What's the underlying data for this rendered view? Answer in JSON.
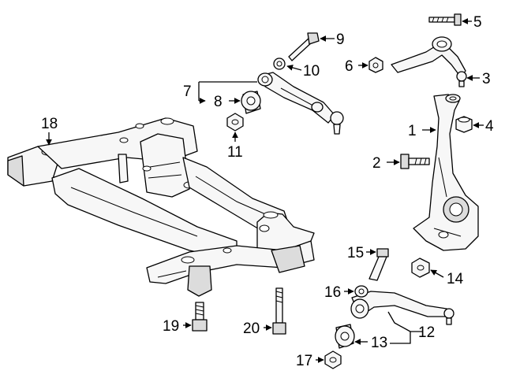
{
  "callouts": {
    "c1": "1",
    "c2": "2",
    "c3": "3",
    "c4": "4",
    "c5": "5",
    "c6": "6",
    "c7": "7",
    "c8": "8",
    "c9": "9",
    "c10": "10",
    "c11": "11",
    "c12": "12",
    "c13": "13",
    "c14": "14",
    "c15": "15",
    "c16": "16",
    "c17": "17",
    "c18": "18",
    "c19": "19",
    "c20": "20"
  },
  "colors": {
    "line": "#000000",
    "background": "#ffffff",
    "part_fill": "#f7f7f7",
    "shade_fill": "#dcdcdc"
  }
}
